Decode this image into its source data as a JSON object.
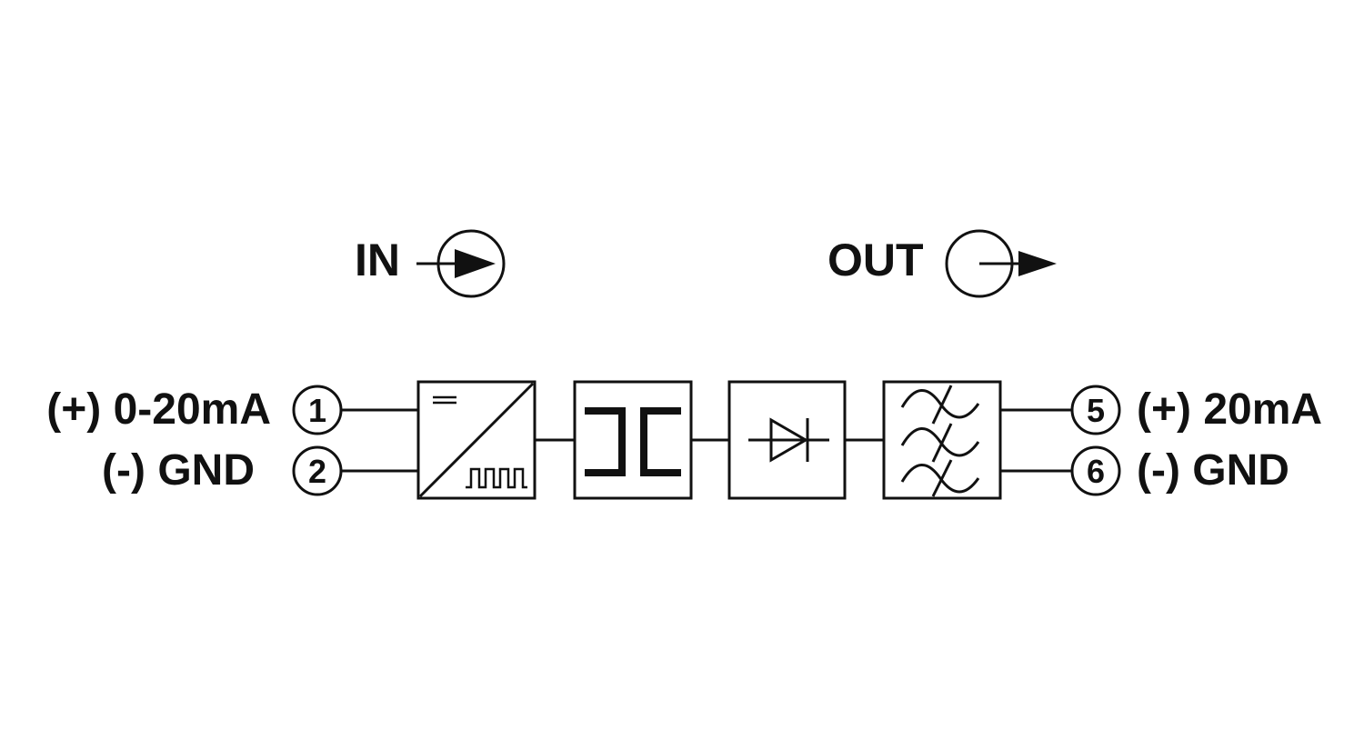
{
  "header": {
    "in_label": "IN",
    "out_label": "OUT"
  },
  "inputs": {
    "terminal_1": "1",
    "terminal_2": "2",
    "signal_label": "(+) 0-20mA",
    "gnd_label": "(-) GND"
  },
  "outputs": {
    "terminal_5": "5",
    "terminal_6": "6",
    "signal_label": "(+) 20mA",
    "gnd_label": "(-) GND"
  },
  "blocks": {
    "converter_icon": "dc-to-pulse-converter-icon",
    "isolation_icon": "galvanic-isolation-icon",
    "rectifier_icon": "diode-icon",
    "filter_icon": "filter-icon"
  },
  "colors": {
    "stroke": "#111111",
    "background": "#ffffff"
  }
}
